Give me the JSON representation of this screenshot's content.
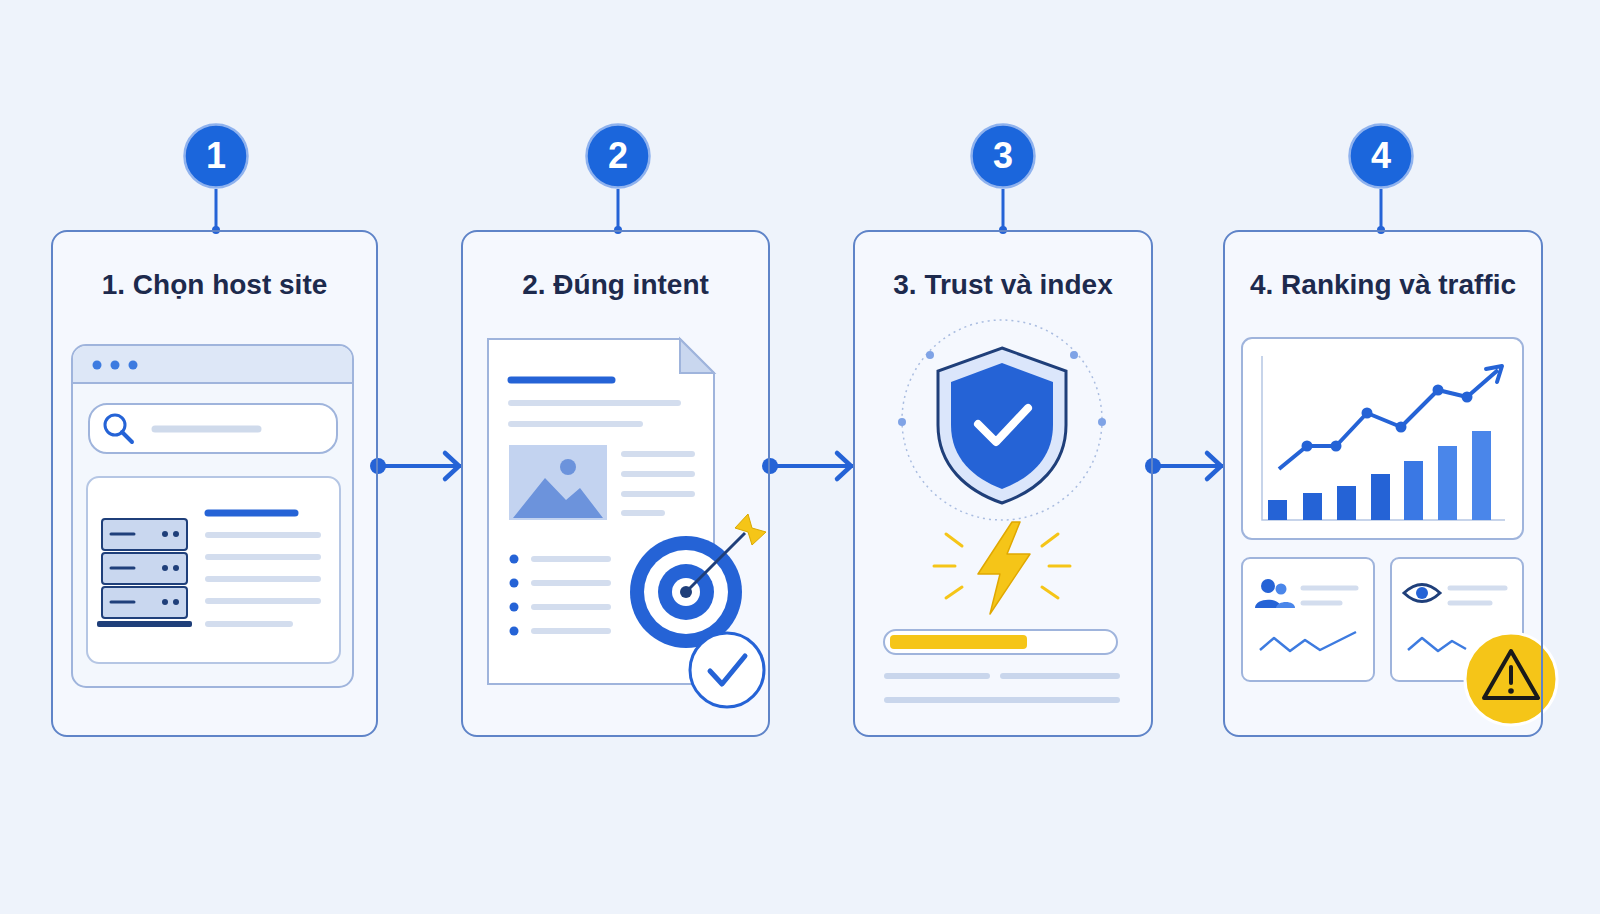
{
  "diagram": {
    "nodes": [
      {
        "text": [
          "1"
        ]
      },
      {
        "text": [
          "1. Chọn host site"
        ]
      },
      {
        "text": [
          "2"
        ]
      },
      {
        "text": [
          "2. Đúng intent"
        ]
      },
      {
        "text": [
          "3"
        ]
      },
      {
        "text": [
          "3. Trust và index"
        ]
      },
      {
        "text": [
          "4"
        ]
      },
      {
        "text": [
          "4. Ranking và traffic"
        ]
      }
    ],
    "edges": [
      {
        "from": 0,
        "to": 1,
        "arrow": "none"
      },
      {
        "from": 2,
        "to": 3,
        "arrow": "none"
      },
      {
        "from": 4,
        "to": 5,
        "arrow": "none"
      },
      {
        "from": 6,
        "to": 7,
        "arrow": "none"
      },
      {
        "from": 1,
        "to": 3,
        "arrow": "to"
      },
      {
        "from": 3,
        "to": 5,
        "arrow": "to"
      },
      {
        "from": 5,
        "to": 7,
        "arrow": "to"
      }
    ]
  }
}
